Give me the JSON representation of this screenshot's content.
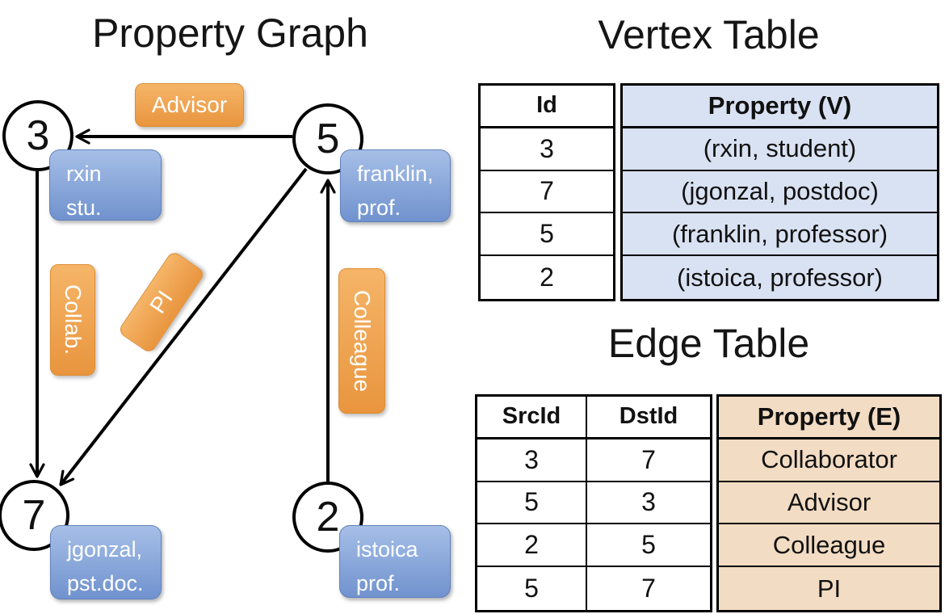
{
  "titles": {
    "graph": "Property Graph",
    "vertex_table": "Vertex Table",
    "edge_table": "Edge Table"
  },
  "graph": {
    "nodes": [
      {
        "id": "3",
        "label_line1": "rxin",
        "label_line2": "stu."
      },
      {
        "id": "5",
        "label_line1": "franklin,",
        "label_line2": "prof."
      },
      {
        "id": "7",
        "label_line1": "jgonzal,",
        "label_line2": "pst.doc."
      },
      {
        "id": "2",
        "label_line1": "istoica",
        "label_line2": "prof."
      }
    ],
    "edges": [
      {
        "src": "5",
        "dst": "3",
        "label": "Advisor"
      },
      {
        "src": "3",
        "dst": "7",
        "label": "Collab."
      },
      {
        "src": "5",
        "dst": "7",
        "label": "PI"
      },
      {
        "src": "2",
        "dst": "5",
        "label": "Colleague"
      }
    ]
  },
  "vertex_table": {
    "headers": [
      "Id",
      "Property (V)"
    ],
    "rows": [
      [
        "3",
        "(rxin, student)"
      ],
      [
        "7",
        "(jgonzal, postdoc)"
      ],
      [
        "5",
        "(franklin, professor)"
      ],
      [
        "2",
        "(istoica, professor)"
      ]
    ]
  },
  "edge_table": {
    "headers": [
      "SrcId",
      "DstId",
      "Property (E)"
    ],
    "rows": [
      [
        "3",
        "7",
        "Collaborator"
      ],
      [
        "5",
        "3",
        "Advisor"
      ],
      [
        "2",
        "5",
        "Colleague"
      ],
      [
        "5",
        "7",
        "PI"
      ]
    ]
  },
  "colors": {
    "edge_label_orange_top": "#f5b568",
    "edge_label_orange_bottom": "#e9953e",
    "vertex_label_blue_top": "#a6bfe7",
    "vertex_label_blue_bottom": "#7092ce",
    "vertex_property_bg": "#d9e2f2",
    "edge_property_bg": "#f2dcc3",
    "line_color": "#000000"
  }
}
